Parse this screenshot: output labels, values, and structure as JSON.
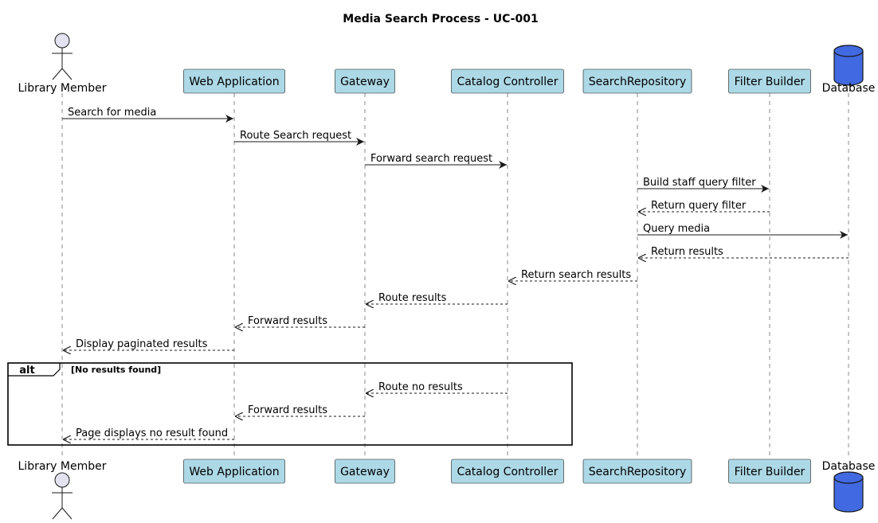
{
  "title": "Media Search Process - UC-001",
  "colors": {
    "participant_fill": "#ADD8E6",
    "actor_fill": "#E2E2F0",
    "database_fill": "#4169E1",
    "line": "#181818"
  },
  "participants": [
    {
      "id": "member",
      "label": "Library Member",
      "kind": "actor"
    },
    {
      "id": "web",
      "label": "Web Application",
      "kind": "participant"
    },
    {
      "id": "gateway",
      "label": "Gateway",
      "kind": "participant"
    },
    {
      "id": "catalog",
      "label": "Catalog Controller",
      "kind": "participant"
    },
    {
      "id": "repo",
      "label": "SearchRepository",
      "kind": "participant"
    },
    {
      "id": "filter",
      "label": "Filter Builder",
      "kind": "participant"
    },
    {
      "id": "db",
      "label": "Database",
      "kind": "database"
    }
  ],
  "messages": [
    {
      "from": "member",
      "to": "web",
      "label": "Search for media",
      "type": "sync"
    },
    {
      "from": "web",
      "to": "gateway",
      "label": "Route Search request",
      "type": "sync"
    },
    {
      "from": "gateway",
      "to": "catalog",
      "label": "Forward search request",
      "type": "sync"
    },
    {
      "from": "repo",
      "to": "filter",
      "label": "Build staff query filter",
      "type": "sync"
    },
    {
      "from": "filter",
      "to": "repo",
      "label": "Return query filter",
      "type": "return"
    },
    {
      "from": "repo",
      "to": "db",
      "label": "Query media",
      "type": "sync"
    },
    {
      "from": "db",
      "to": "repo",
      "label": "Return results",
      "type": "return"
    },
    {
      "from": "repo",
      "to": "catalog",
      "label": "Return search results",
      "type": "return"
    },
    {
      "from": "catalog",
      "to": "gateway",
      "label": "Route results",
      "type": "return"
    },
    {
      "from": "gateway",
      "to": "web",
      "label": "Forward results",
      "type": "return"
    },
    {
      "from": "web",
      "to": "member",
      "label": "Display paginated results",
      "type": "return"
    },
    {
      "from": "catalog",
      "to": "gateway",
      "label": "Route no results",
      "type": "return",
      "group": 0
    },
    {
      "from": "gateway",
      "to": "web",
      "label": "Forward results",
      "type": "return",
      "group": 0
    },
    {
      "from": "web",
      "to": "member",
      "label": "Page displays no result found",
      "type": "return",
      "group": 0
    }
  ],
  "groups": [
    {
      "keyword": "alt",
      "condition": "[No results found]"
    }
  ]
}
